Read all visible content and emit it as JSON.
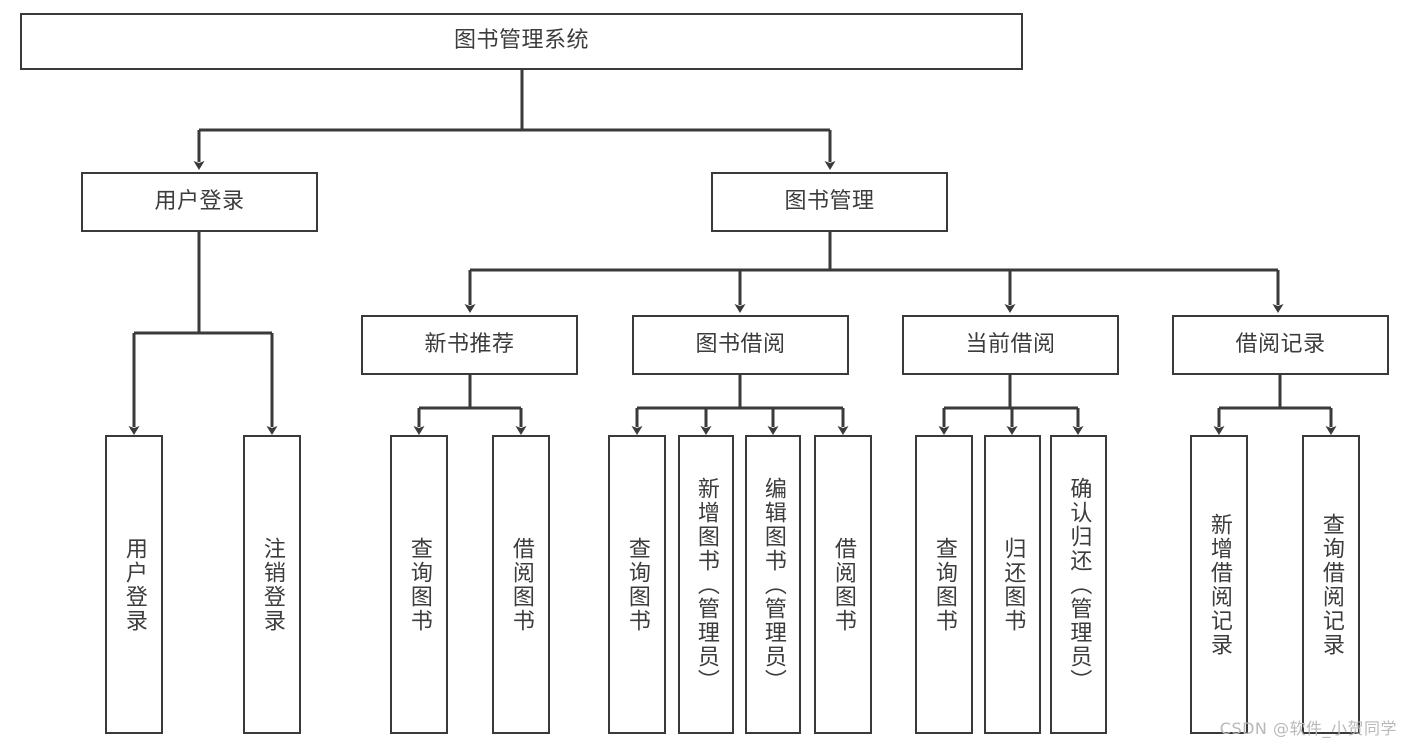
{
  "diagram": {
    "title": "图书管理系统",
    "type": "tree-hierarchy",
    "nodes": {
      "root": {
        "label": "图书管理系统"
      },
      "level2": [
        {
          "id": "user-login",
          "label": "用户登录"
        },
        {
          "id": "book-manage",
          "label": "图书管理"
        }
      ],
      "level3": [
        {
          "id": "new-book-recommend",
          "label": "新书推荐"
        },
        {
          "id": "book-borrow",
          "label": "图书借阅"
        },
        {
          "id": "current-borrow",
          "label": "当前借阅"
        },
        {
          "id": "borrow-record",
          "label": "借阅记录"
        }
      ],
      "leaves": {
        "user-login": [
          {
            "id": "leaf-user-login",
            "label": "用户登录"
          },
          {
            "id": "leaf-user-logout",
            "label": "注销登录"
          }
        ],
        "new-book-recommend": [
          {
            "id": "leaf-query-book-1",
            "label": "查询图书"
          },
          {
            "id": "leaf-borrow-book-1",
            "label": "借阅图书"
          }
        ],
        "book-borrow": [
          {
            "id": "leaf-query-book-2",
            "label": "查询图书"
          },
          {
            "id": "leaf-add-book",
            "label": "新增图书（管理员）"
          },
          {
            "id": "leaf-edit-book",
            "label": "编辑图书（管理员）"
          },
          {
            "id": "leaf-borrow-book-2",
            "label": "借阅图书"
          }
        ],
        "current-borrow": [
          {
            "id": "leaf-query-book-3",
            "label": "查询图书"
          },
          {
            "id": "leaf-return-book",
            "label": "归还图书"
          },
          {
            "id": "leaf-confirm-return",
            "label": "确认归还（管理员）"
          }
        ],
        "borrow-record": [
          {
            "id": "leaf-add-record",
            "label": "新增借阅记录"
          },
          {
            "id": "leaf-query-record",
            "label": "查询借阅记录"
          }
        ]
      }
    },
    "colors": {
      "border": "#3a3a3a",
      "text": "#3c3c3c",
      "background": "#ffffff",
      "watermark": "#b9b9b9"
    }
  },
  "watermark": "CSDN @软件_小贺同学"
}
